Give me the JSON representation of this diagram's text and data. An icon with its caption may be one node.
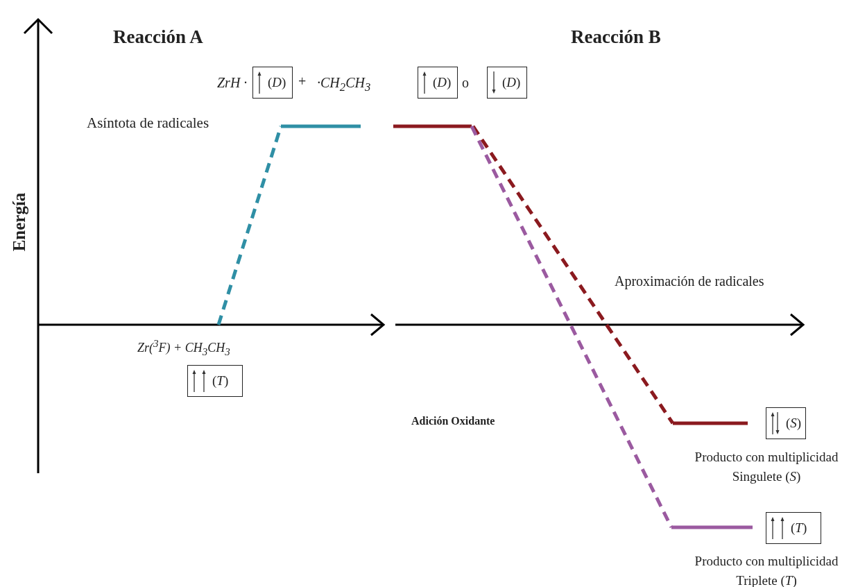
{
  "diagram": {
    "nodes": [
      {
        "text": [
          "(*D*)"
        ]
      },
      {
        "text": [
          "(*D*)"
        ]
      },
      {
        "text": [
          "(*D*)"
        ]
      },
      {
        "text": [
          "(*T*)"
        ]
      },
      {
        "text": [
          "(*S*)"
        ]
      },
      {
        "text": [
          "(*T*)"
        ]
      }
    ],
    "labels": [
      "Reacción A",
      "Reacción B",
      "ZrH ·",
      "+",
      "·CH$_{2}$CH$_{3}$",
      "o",
      "Asíntota de radicales",
      "Energía",
      "Aproximación de radicales",
      "Zr($^{3}$F) + CH$_{3}$CH$_{3}$",
      "Adición Oxidante",
      "Producto con multiplicidad Singulete (*S*)",
      "Producto con multiplicidad Triplete (*T*)"
    ]
  }
}
